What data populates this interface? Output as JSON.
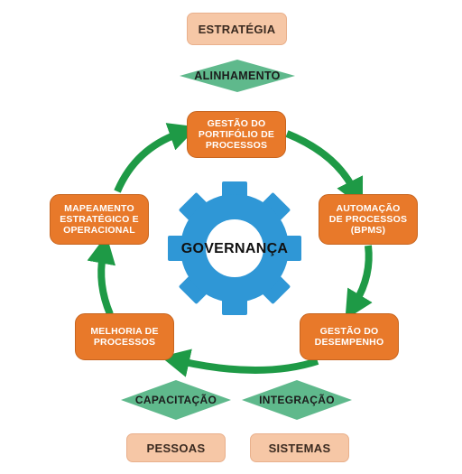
{
  "top": {
    "strategy": "ESTRATÉGIA",
    "alignment": "ALINHAMENTO"
  },
  "cycle": {
    "portfolio": "GESTÃO DO\nPORTIFÓLIO DE\nPROCESSOS",
    "automation": "AUTOMAÇÃO\nDE PROCESSOS\n(BPMS)",
    "performance": "GESTÃO DO\nDESEMPENHO",
    "improvement": "MELHORIA DE\nPROCESSOS",
    "mapping": "MAPEAMENTO\nESTRATÉGICO E\nOPERACIONAL"
  },
  "center": {
    "governance": "GOVERNANÇA"
  },
  "bottom": {
    "training": "CAPACITAÇÃO",
    "integration": "INTEGRAÇÃO",
    "people": "PESSOAS",
    "systems": "SISTEMAS"
  },
  "colors": {
    "peach": "#f6c7a6",
    "orange": "#e8792a",
    "green_arrow": "#1e9a46",
    "diamond_green": "#5fb98c",
    "gear_blue": "#2f97d6"
  }
}
